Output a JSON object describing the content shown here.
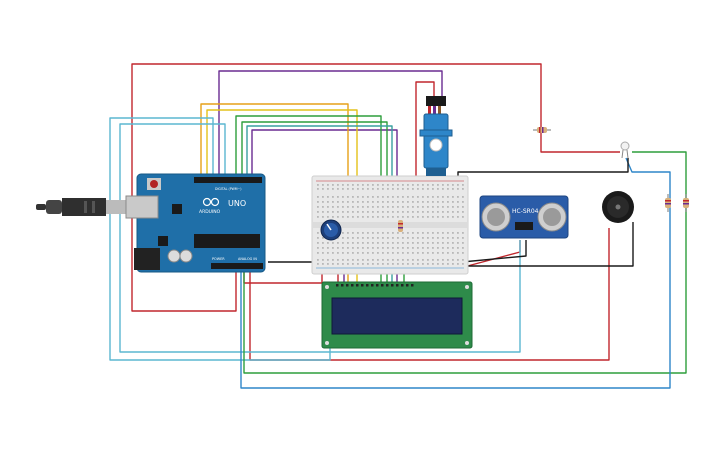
{
  "arduino": {
    "brand": "ARDUINO",
    "model": "UNO",
    "digital_label": "DIGITAL (PWM~)",
    "power_label": "POWER",
    "analog_label": "ANALOG IN",
    "board_color": "#1f6fa8"
  },
  "sensor": {
    "label": "HC-SR04",
    "color": "#2a5ca8"
  },
  "lcd": {
    "color": "#2e8b4a",
    "screen_color": "#1d2b5c"
  },
  "colors": {
    "red": "#c1272d",
    "purple": "#6a2c91",
    "orange": "#e6a118",
    "yellow": "#e3c21a",
    "green": "#2d9e3c",
    "lightblue": "#5bb7d1",
    "teal": "#3aa0a0",
    "blue": "#2e86c9",
    "black": "#1a1a1a"
  }
}
